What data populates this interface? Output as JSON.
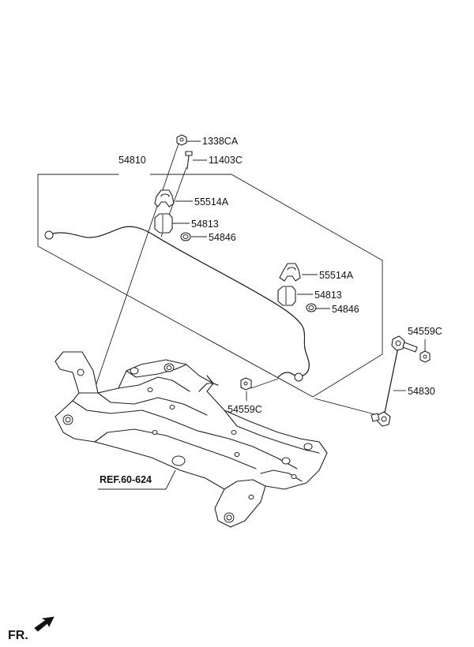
{
  "callouts": {
    "p1338ca": "1338CA",
    "p11403c": "11403C",
    "p54810": "54810",
    "p55514a_left": "55514A",
    "p54813_left": "54813",
    "p54846_left": "54846",
    "p55514a_right": "55514A",
    "p54813_right": "54813",
    "p54846_right": "54846",
    "p54559c_right": "54559C",
    "p54830": "54830",
    "p54559c_left": "54559C",
    "ref": "REF.60-624"
  },
  "orientation": {
    "label": "FR.",
    "arrow_icon": "front-direction-arrow-icon"
  }
}
